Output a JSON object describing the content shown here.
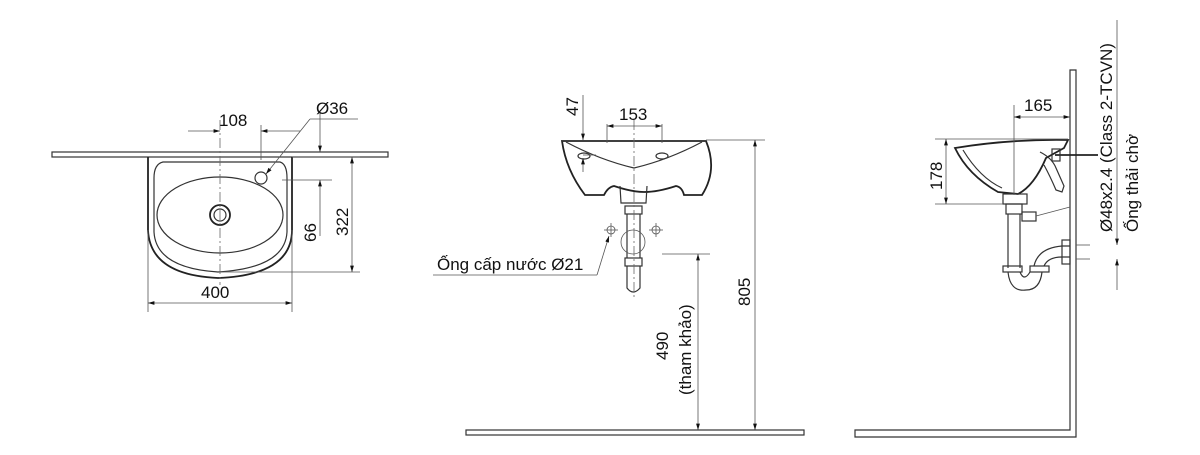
{
  "drawing": {
    "title": "Wall-hung basin technical drawing",
    "line_color": "#333333",
    "background": "#ffffff"
  },
  "top_view": {
    "dim_width": "400",
    "dim_depth": "322",
    "dim_drain_to_tap": "108",
    "dim_tap_hole": "Ø36",
    "dim_tap_offset": "66"
  },
  "front_view": {
    "dim_rim_to_holes": "47",
    "dim_hole_spacing": "153",
    "dim_total_height": "805",
    "dim_supply_height": "490",
    "dim_supply_height_note": "(tham khảo)",
    "supply_pipe_label": "Ống cấp nước Ø21"
  },
  "side_view": {
    "dim_projection": "165",
    "dim_bowl_height": "178",
    "waste_pipe_spec": "Ø48x2.4 (Class 2-TCVN)",
    "waste_pipe_label": "Ống thải chờ"
  }
}
